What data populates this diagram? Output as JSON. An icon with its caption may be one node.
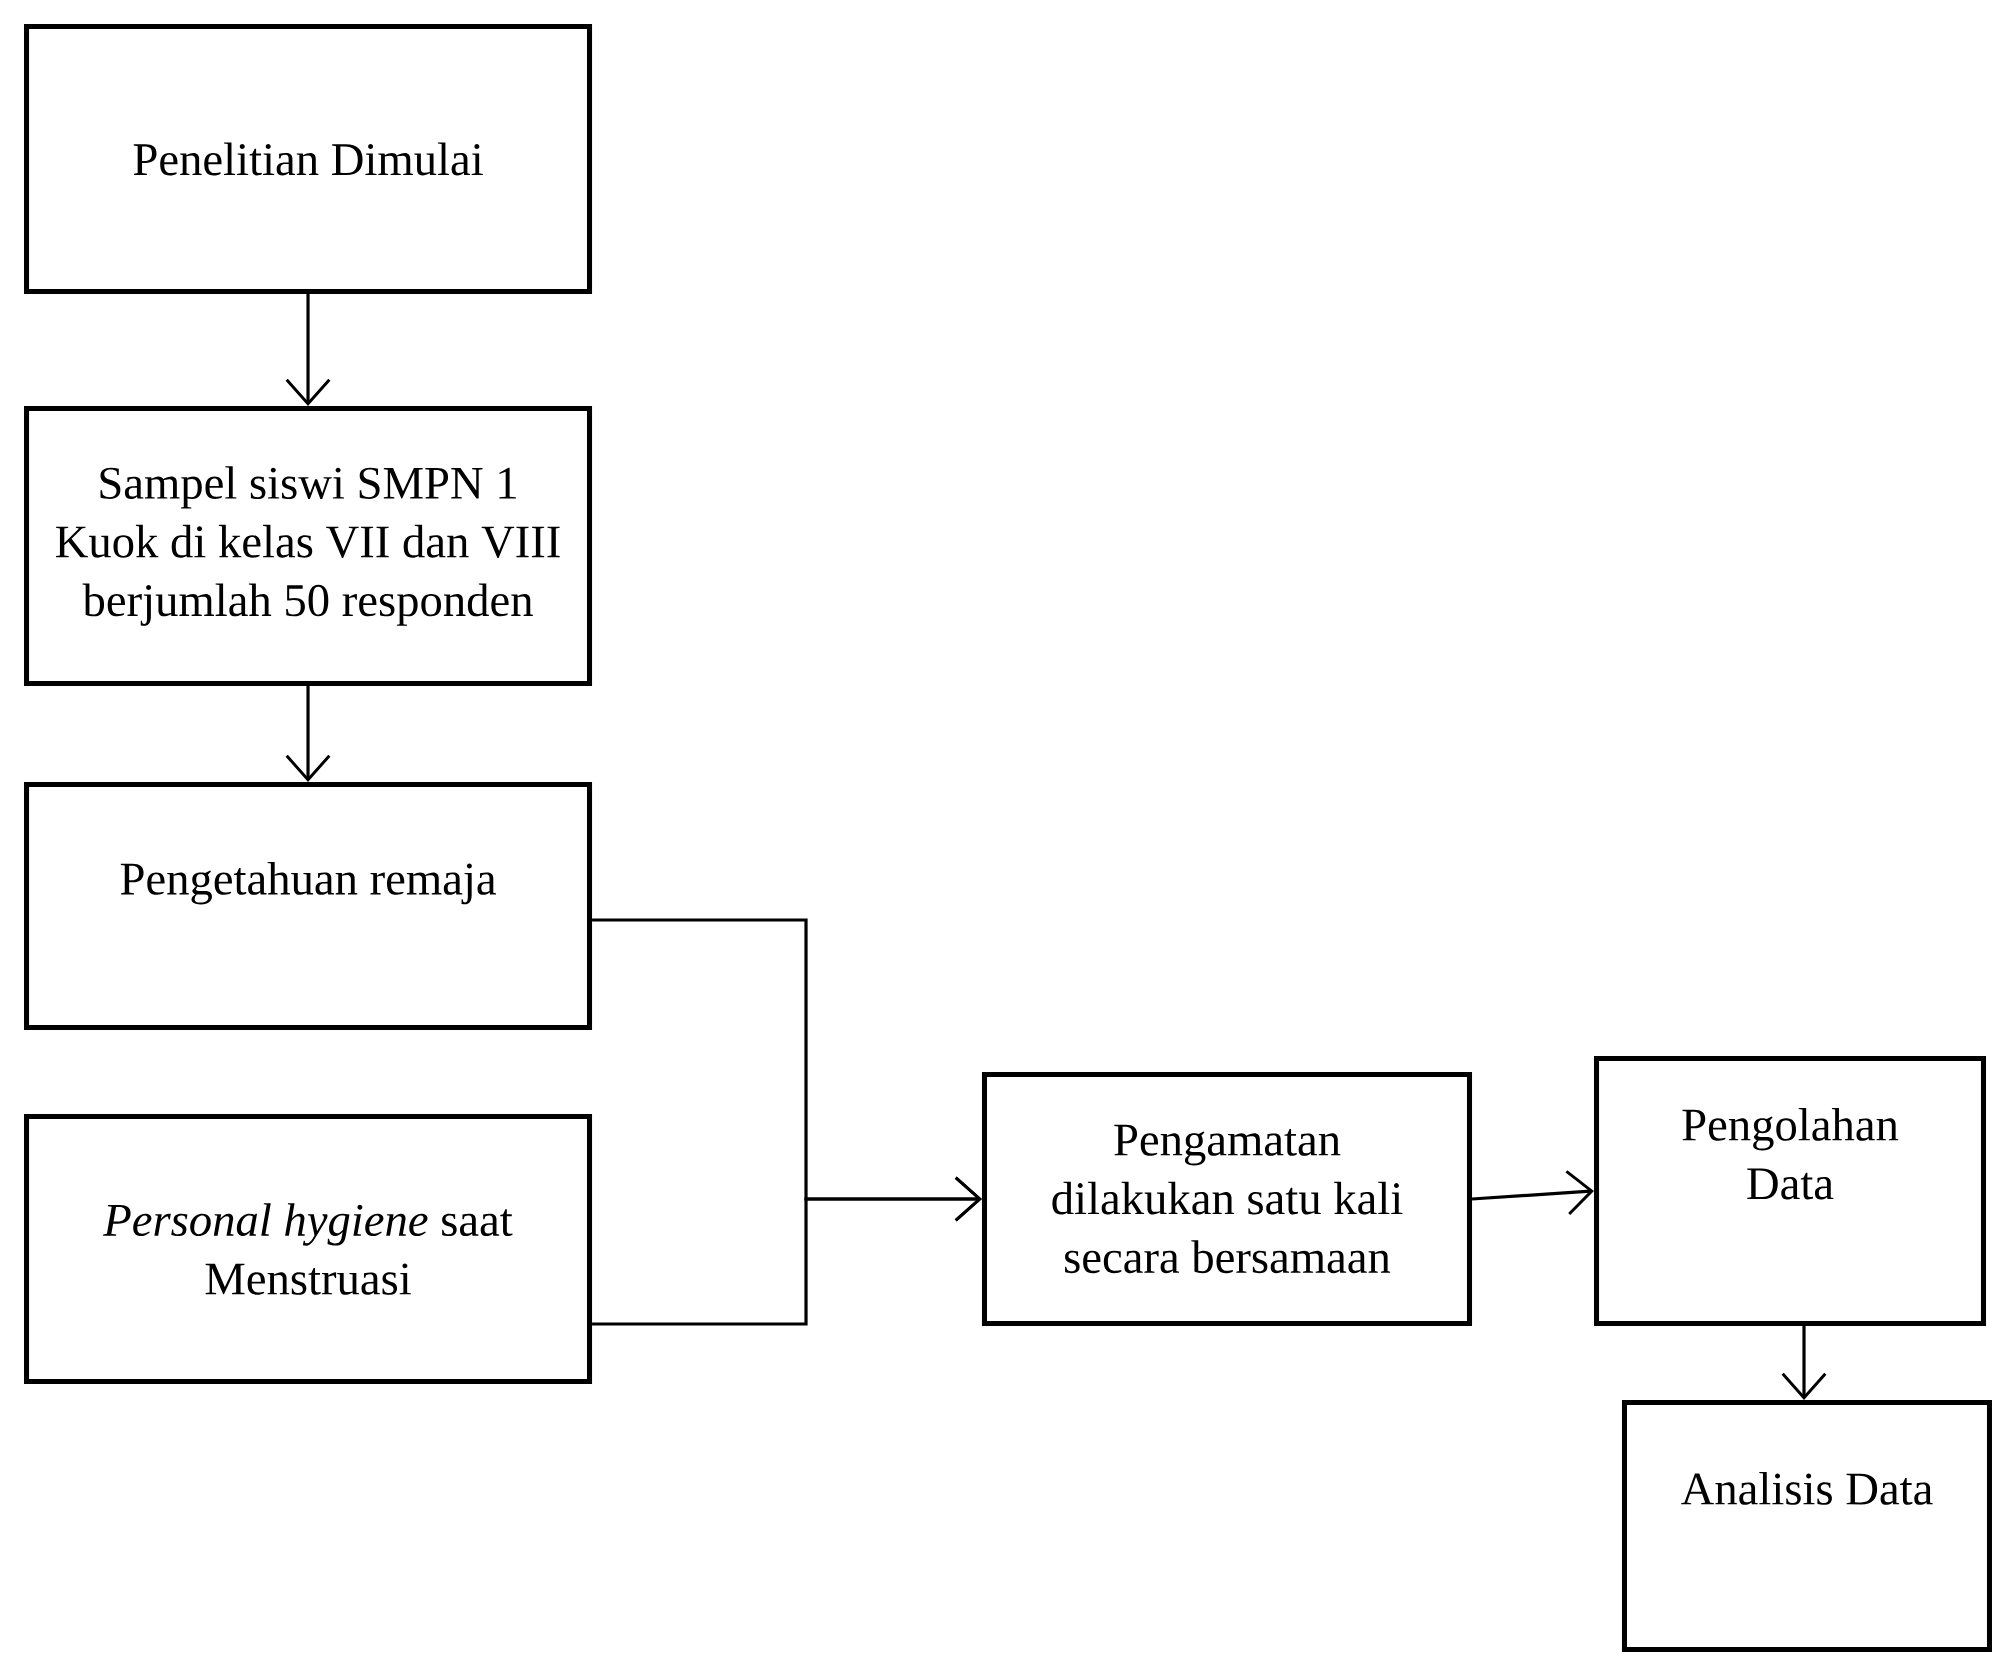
{
  "diagram": {
    "nodes": [
      {
        "text": [
          "Penelitian Dimulai"
        ]
      },
      {
        "text": [
          "Sampel siswi SMPN 1 Kuok di kelas VII dan VIII berjumlah 50 responden"
        ]
      },
      {
        "text": [
          "Pengetahuan remaja"
        ]
      },
      {
        "text": [
          "*Personal hygiene* saat Menstruasi"
        ]
      },
      {
        "text": [
          "Pengamatan dilakukan satu kali secara bersamaan"
        ]
      },
      {
        "text": [
          "Pengolahan Data"
        ]
      },
      {
        "text": [
          "Analisis Data"
        ]
      }
    ],
    "edges": [
      {
        "from": 0,
        "to": 1,
        "arrow": "to"
      },
      {
        "from": 1,
        "to": 2,
        "arrow": "to"
      },
      {
        "from": 2,
        "to": 4,
        "arrow": "to"
      },
      {
        "from": 3,
        "to": 4,
        "arrow": "to"
      },
      {
        "from": 4,
        "to": 5,
        "arrow": "to"
      },
      {
        "from": 5,
        "to": 6,
        "arrow": "to"
      }
    ]
  }
}
